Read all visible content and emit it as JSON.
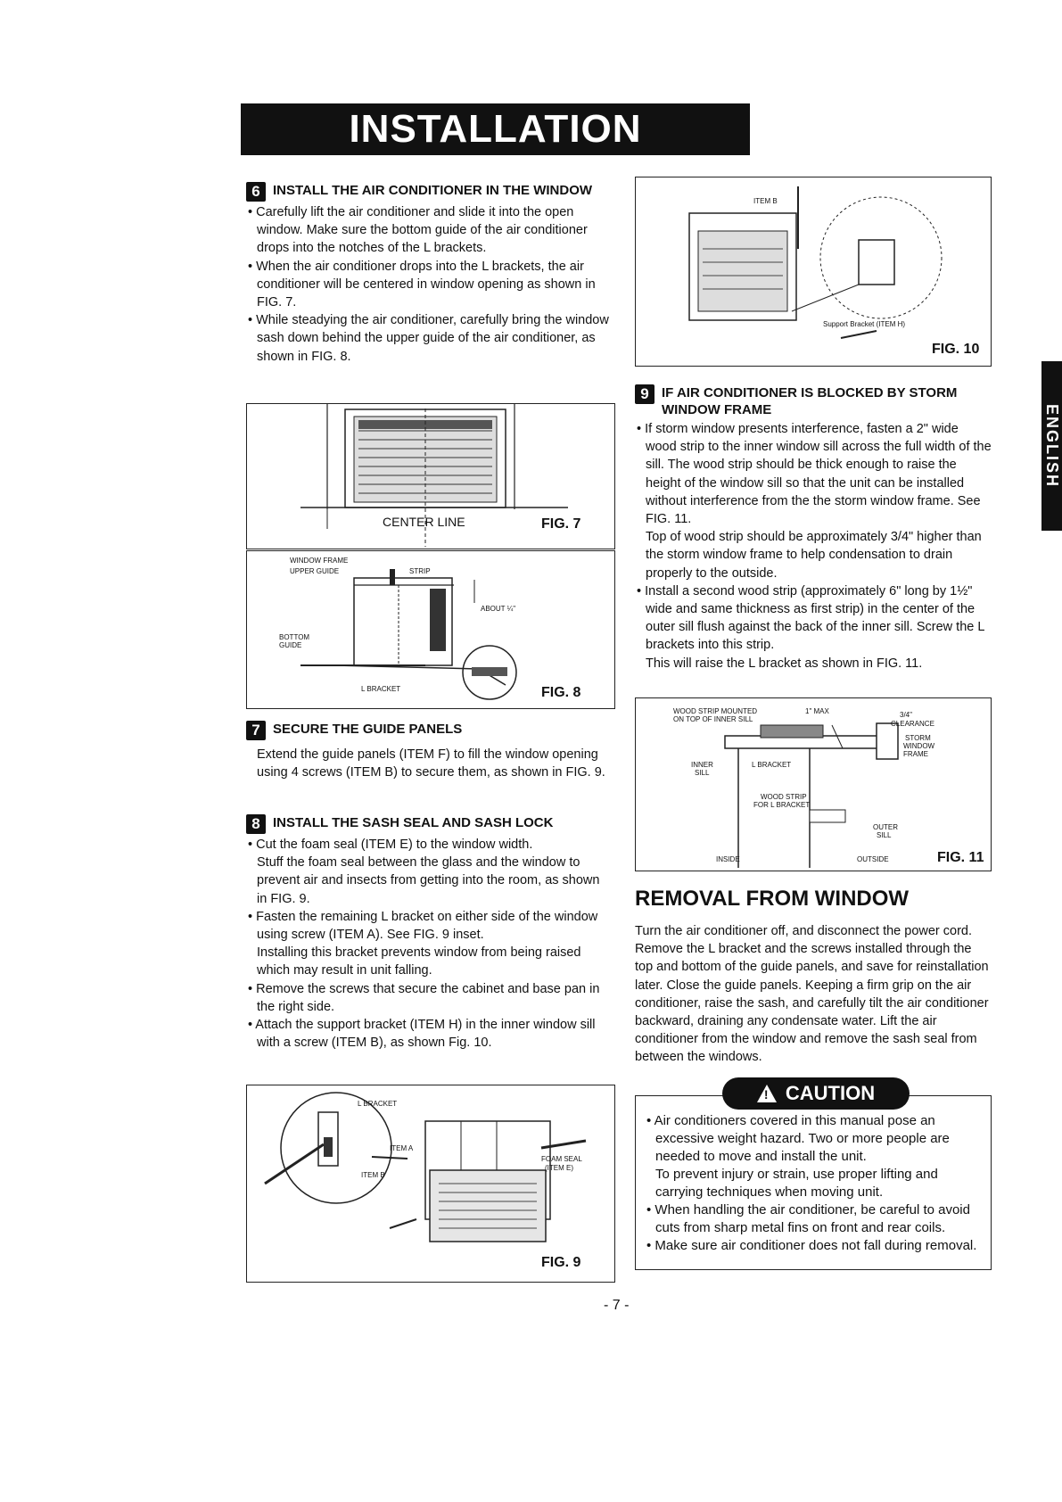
{
  "header": {
    "title": "INSTALLATION"
  },
  "side_tab": {
    "label": "ENGLISH"
  },
  "step6": {
    "num": "6",
    "title": "INSTALL THE AIR CONDITIONER IN THE WINDOW",
    "bullets": [
      "• Carefully lift the air conditioner and slide it into the open window. Make sure the bottom guide of the air conditioner drops into the notches of the L brackets.",
      "• When the air conditioner drops into the L brackets, the air conditioner will be centered in window opening as shown in FIG. 7.",
      "• While steadying the air conditioner, carefully bring the window sash down behind the upper guide of the air conditioner, as shown in FIG. 8."
    ]
  },
  "fig7": {
    "label": "FIG. 7",
    "center_line": "CENTER LINE"
  },
  "fig8": {
    "label": "FIG. 8",
    "window_frame": "WINDOW FRAME",
    "upper_guide": "UPPER GUIDE",
    "strip": "STRIP",
    "about": "ABOUT ¼\"",
    "bottom_guide_1": "BOTTOM",
    "bottom_guide_2": "GUIDE",
    "l_bracket": "L BRACKET"
  },
  "step7": {
    "num": "7",
    "title": "SECURE THE GUIDE PANELS",
    "text": "Extend the guide panels (ITEM F) to fill the window opening using 4 screws (ITEM B) to secure them, as shown in FIG. 9."
  },
  "step8": {
    "num": "8",
    "title": "INSTALL THE SASH SEAL AND SASH LOCK",
    "bullet1": "• Cut the foam seal (ITEM E) to the window width.",
    "bullet1_cont": "Stuff the foam seal between the glass and the window to prevent air and insects from getting into the room, as shown in FIG. 9.",
    "bullet2": "• Fasten the remaining L bracket on either side of the window using screw (ITEM A). See FIG. 9 inset.",
    "bullet2_cont": "Installing this bracket prevents window from being raised which may result in unit falling.",
    "bullet3": "• Remove the screws that secure the cabinet and base pan in the right side.",
    "bullet4": "• Attach the support bracket (ITEM H) in the inner window sill with a screw (ITEM B), as shown Fig. 10."
  },
  "fig9": {
    "label": "FIG. 9",
    "l_bracket": "L BRACKET",
    "item_a": "ITEM A",
    "item_b": "ITEM B",
    "foam_seal_1": "FOAM SEAL",
    "foam_seal_2": "(ITEM E)"
  },
  "fig10": {
    "label": "FIG. 10",
    "item_b": "ITEM B",
    "support": "Support Bracket (ITEM H)"
  },
  "step9": {
    "num": "9",
    "title": "IF AIR CONDITIONER IS BLOCKED BY STORM WINDOW FRAME",
    "bullet1": "• If storm window presents interference, fasten a 2\" wide wood strip to the inner window sill across the full width of the sill. The wood strip should be thick enough to raise the height of the window sill so that the unit can be installed without interference from the the storm window frame. See FIG. 11.",
    "bullet1_cont": "Top of wood strip should be approximately 3/4\" higher than the storm window frame to help condensation to drain properly to the outside.",
    "bullet2": "• Install a second wood strip (approximately 6\" long by 1½\" wide and same thickness as first strip) in the center of the outer sill flush against the back of the inner sill. Screw the L brackets into this strip.",
    "bullet2_cont": "This will raise the L bracket as shown in FIG. 11."
  },
  "fig11": {
    "label": "FIG. 11",
    "wood_strip_1": "WOOD STRIP MOUNTED",
    "wood_strip_2": "ON TOP OF INNER SILL",
    "max": "1\" MAX",
    "clearance_1": "3/4\"",
    "clearance_2": "CLEARANCE",
    "storm_1": "STORM",
    "storm_2": "WINDOW",
    "storm_3": "FRAME",
    "inner_1": "INNER",
    "inner_2": "SILL",
    "l_bracket": "L BRACKET",
    "wood_l_1": "WOOD STRIP",
    "wood_l_2": "FOR L BRACKET",
    "outer_1": "OUTER",
    "outer_2": "SILL",
    "inside": "INSIDE",
    "outside": "OUTSIDE"
  },
  "removal": {
    "title": "REMOVAL FROM WINDOW",
    "text": "Turn the air conditioner off, and disconnect the power cord. Remove the L bracket and the screws installed through the top and bottom of the guide panels, and save for reinstallation later. Close the guide panels. Keeping a firm grip on the air conditioner, raise the sash, and carefully tilt the air conditioner backward, draining any condensate water. Lift the air conditioner from the window and remove the sash seal from between the windows."
  },
  "caution": {
    "label": "CAUTION",
    "bullet1": "• Air conditioners covered in this manual pose an excessive weight hazard. Two or more people are needed to move and install the unit.",
    "bullet1_cont": "To prevent injury or strain, use proper lifting and carrying techniques when moving unit.",
    "bullet2": "• When handling the air conditioner, be careful to avoid cuts from sharp metal fins on front and rear coils.",
    "bullet3": "• Make sure air conditioner does not fall during removal."
  },
  "footer": {
    "page": "- 7 -"
  }
}
